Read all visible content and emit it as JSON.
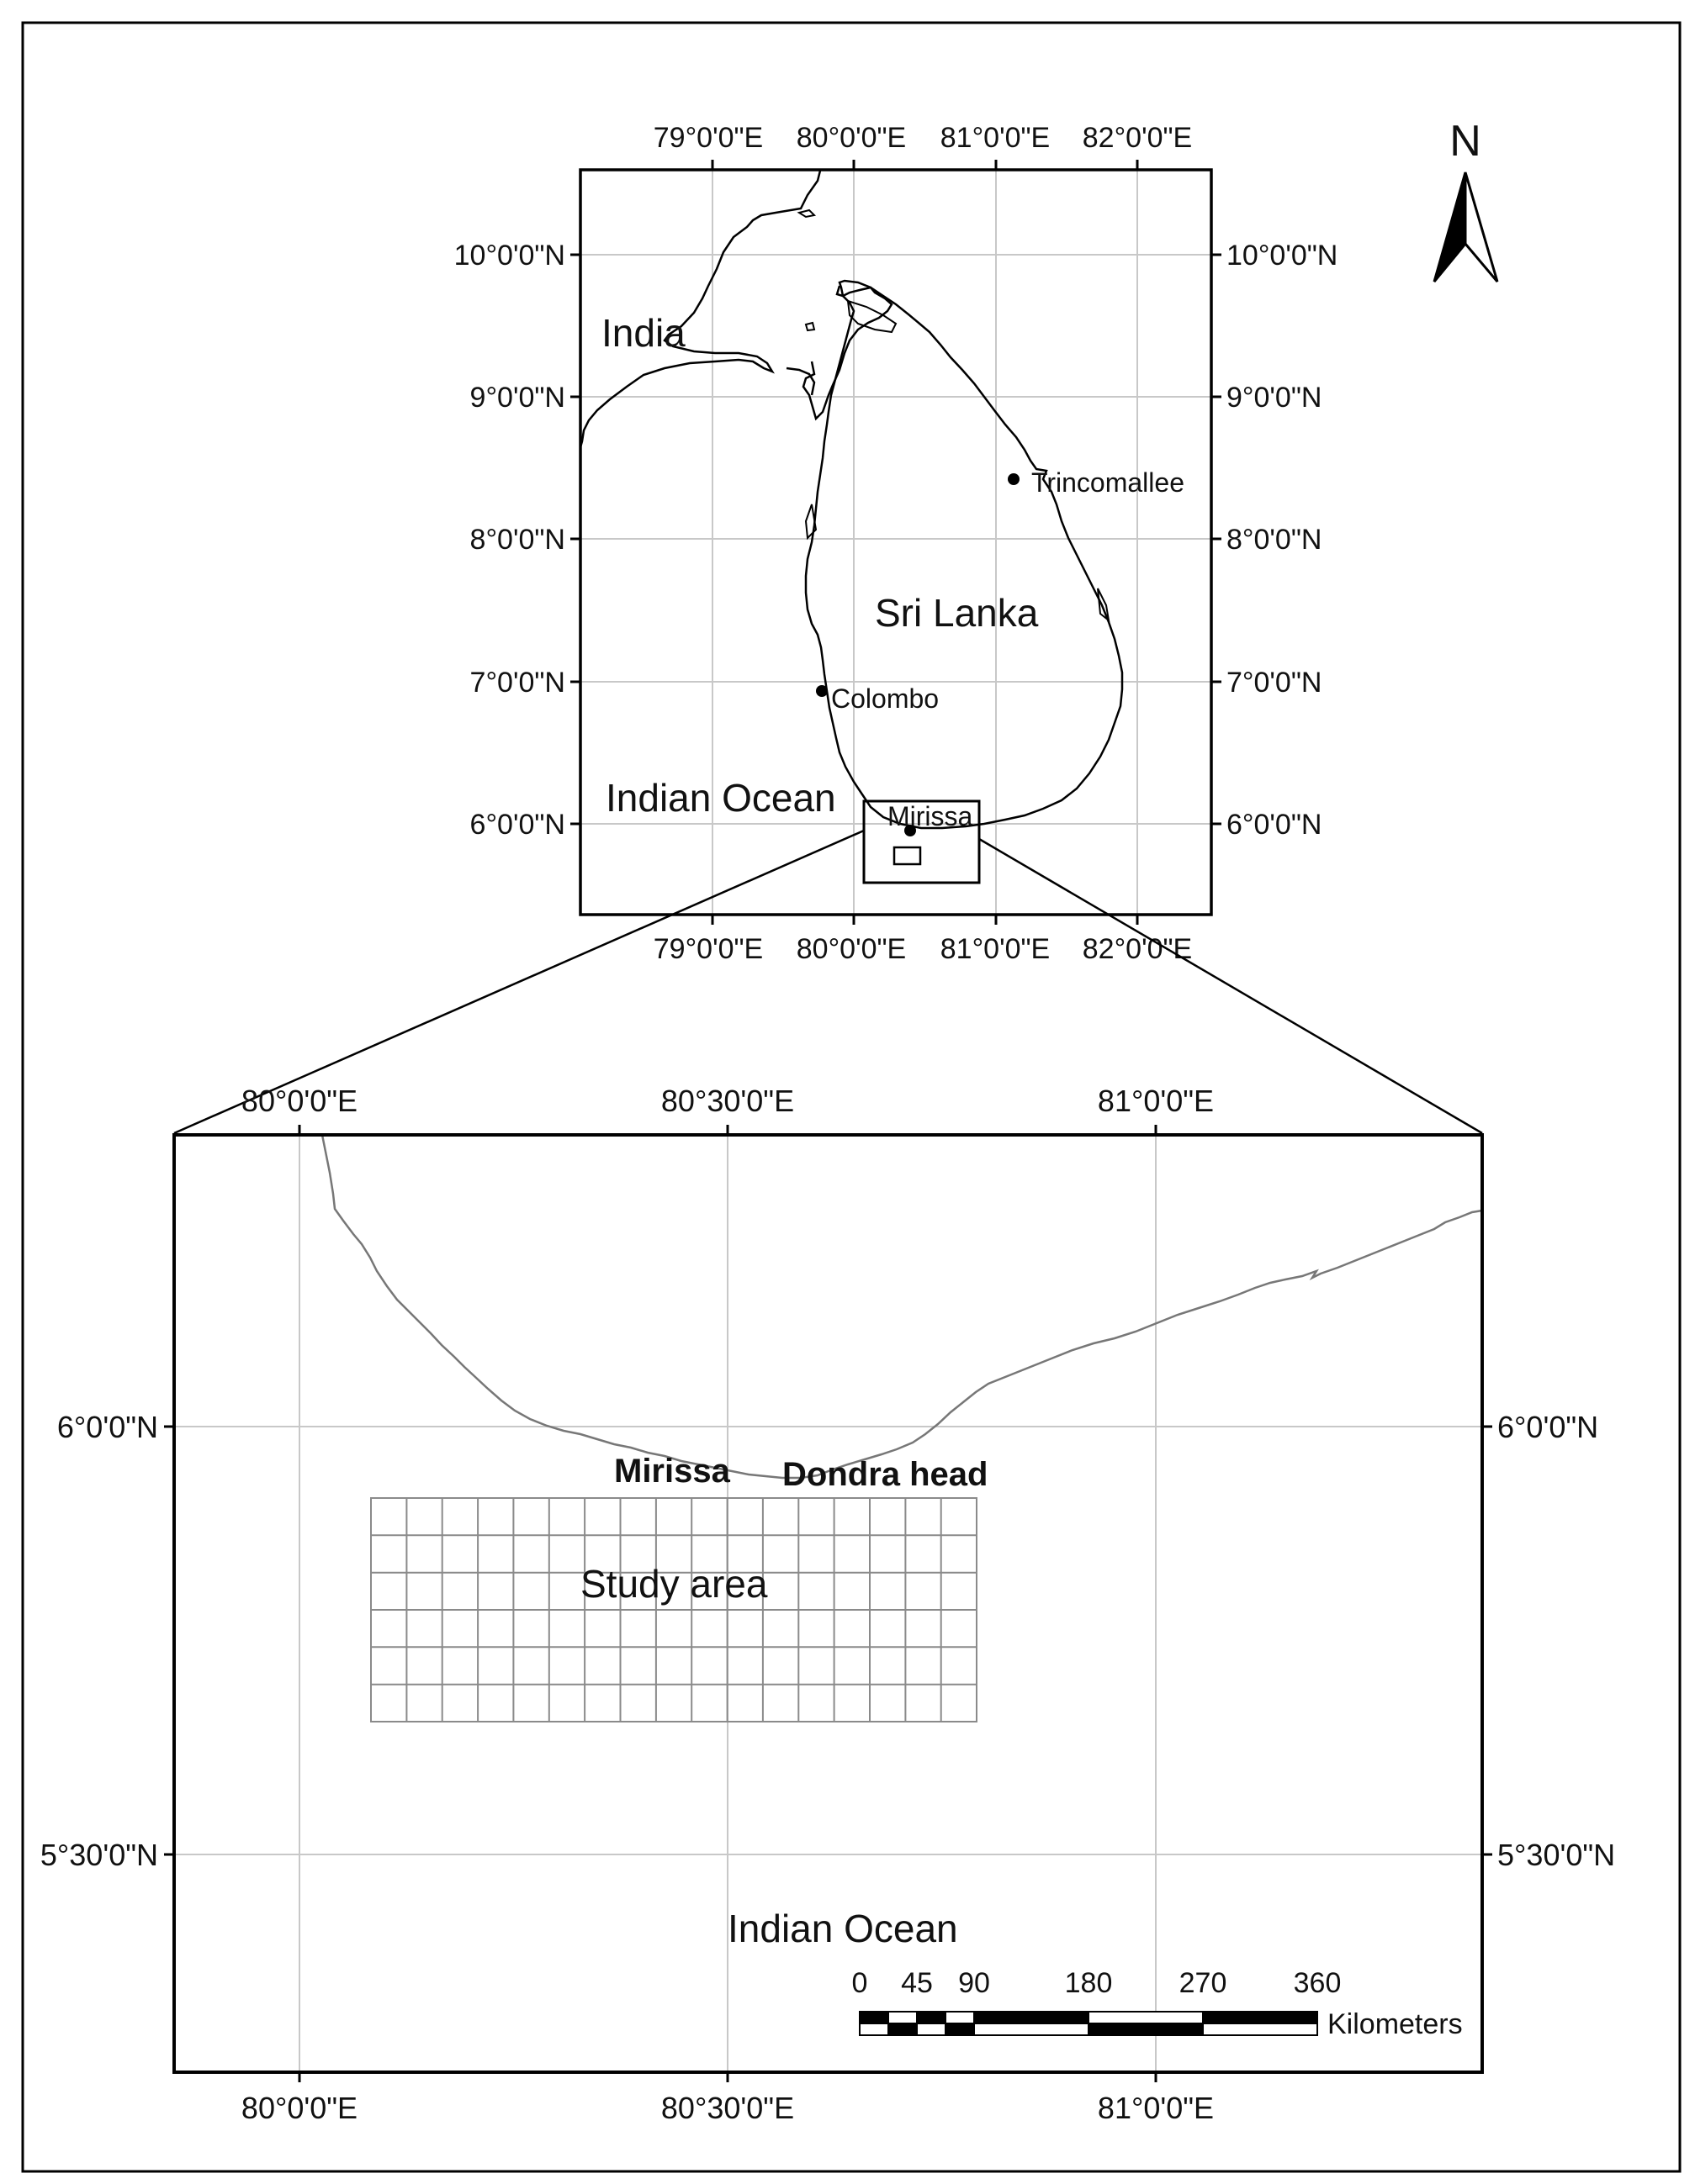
{
  "top_map": {
    "lon_ticks_top": [
      "79°0'0\"E",
      "80°0'0\"E",
      "81°0'0\"E",
      "82°0'0\"E"
    ],
    "lon_ticks_bottom": [
      "79°0'0\"E",
      "80°0'0\"E",
      "81°0'0\"E",
      "82°0'0\"E"
    ],
    "lat_ticks": [
      "10°0'0\"N",
      "9°0'0\"N",
      "8°0'0\"N",
      "7°0'0\"N",
      "6°0'0\"N"
    ],
    "labels": {
      "india": "India",
      "sri_lanka": "Sri Lanka",
      "indian_ocean": "Indian Ocean"
    },
    "cities": [
      {
        "name": "Trincomallee"
      },
      {
        "name": "Colombo"
      },
      {
        "name": "Mirissa"
      }
    ]
  },
  "north_arrow": {
    "label": "N",
    "icon": "north-arrow-icon"
  },
  "bottom_map": {
    "lon_ticks_top": [
      "80°0'0\"E",
      "80°30'0\"E",
      "81°0'0\"E"
    ],
    "lon_ticks_bottom": [
      "80°0'0\"E",
      "80°30'0\"E",
      "81°0'0\"E"
    ],
    "lat_ticks": [
      "6°0'0\"N",
      "5°30'0\"N"
    ],
    "labels": {
      "mirissa": "Mirissa",
      "dondra": "Dondra head",
      "study_area": "Study area",
      "indian_ocean": "Indian Ocean"
    },
    "study_grid": {
      "columns": 17,
      "rows": 6
    }
  },
  "scale_bar": {
    "ticks": [
      "0",
      "45",
      "90",
      "180",
      "270",
      "360"
    ],
    "unit": "Kilometers"
  }
}
